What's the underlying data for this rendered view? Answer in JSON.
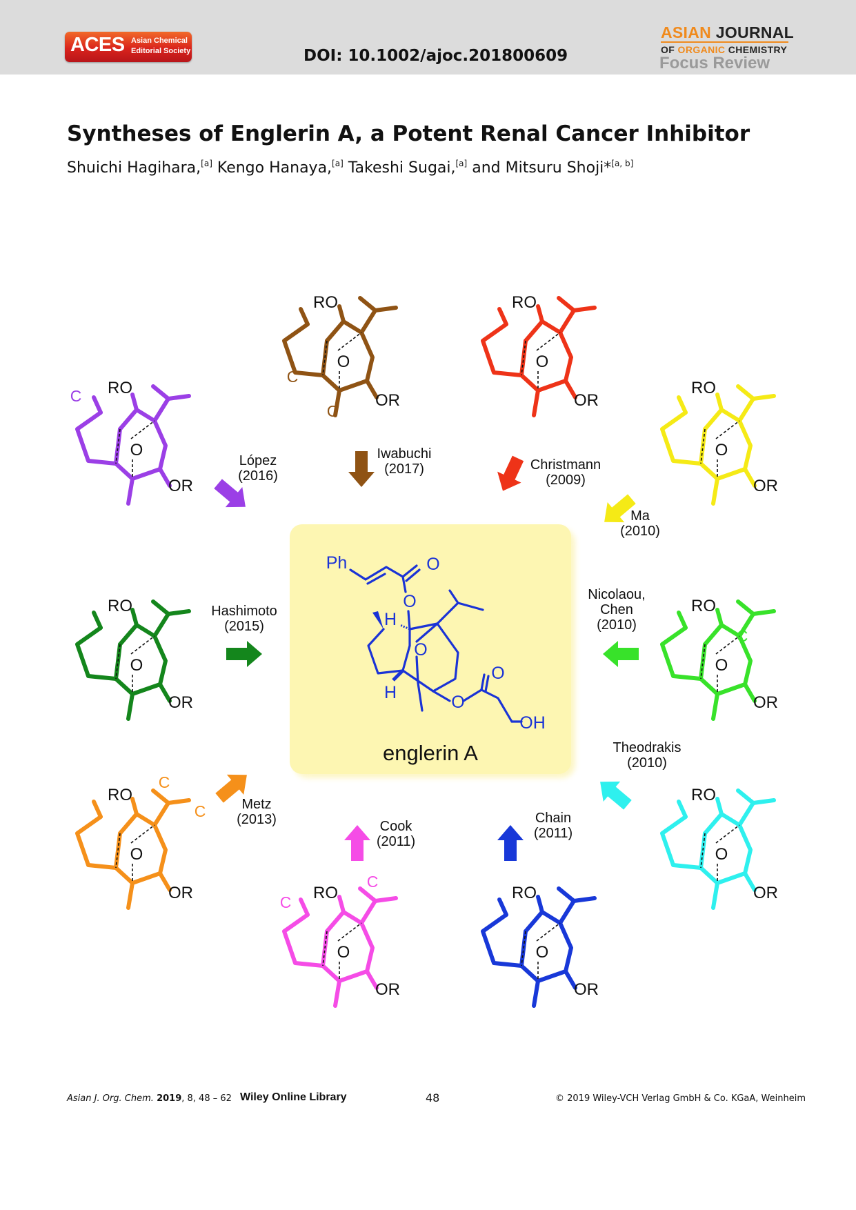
{
  "header": {
    "logo": {
      "word": "ACES",
      "line1": "Asian Chemical",
      "line2": "Editorial Society"
    },
    "doi": "DOI: 10.1002/ajoc.201800609",
    "journal": {
      "asian": "ASIAN",
      "journal": " JOURNAL",
      "of": "OF ",
      "organic": "ORGANIC",
      "chemistry": " CHEMISTRY"
    },
    "section": "Focus Review"
  },
  "title": "Syntheses of Englerin A, a Potent Renal Cancer Inhibitor",
  "authors": [
    {
      "name": "Shuichi Hagihara,",
      "aff": "[a]"
    },
    {
      "name": " Kengo Hanaya,",
      "aff": "[a]"
    },
    {
      "name": " Takeshi Sugai,",
      "aff": "[a]"
    },
    {
      "name": " and Mitsuru Shoji*",
      "aff": "[a, b]"
    }
  ],
  "figure": {
    "center_label": "englerin A",
    "center_atoms": {
      "ph": "Ph",
      "o_carbonyl": "O",
      "o_ester": "O",
      "h_top": "H",
      "o_bridge": "O",
      "h_bottom": "H",
      "o_ester2": "O",
      "o_carbonyl2": "O",
      "oh": "OH"
    },
    "colors": {
      "center_box": "#fdf6b2",
      "center_molecule": "#1a33d6"
    },
    "syntheses": [
      {
        "id": "lopez",
        "name": "López",
        "year": "(2016)",
        "color": "#9b3fe6",
        "atoms": [
          "RO",
          "O",
          "OR",
          "C"
        ]
      },
      {
        "id": "iwabuchi",
        "name": "Iwabuchi",
        "year": "(2017)",
        "color": "#8f5314",
        "atoms": [
          "RO",
          "O",
          "OR",
          "C",
          "C"
        ]
      },
      {
        "id": "christmann",
        "name": "Christmann",
        "year": "(2009)",
        "color": "#ee3318",
        "atoms": [
          "RO",
          "O",
          "OR"
        ]
      },
      {
        "id": "ma",
        "name": "Ma",
        "year": "(2010)",
        "color": "#f5ea16",
        "atoms": [
          "RO",
          "O",
          "OR"
        ]
      },
      {
        "id": "hashimoto",
        "name": "Hashimoto",
        "year": "(2015)",
        "color": "#14861c",
        "atoms": [
          "RO",
          "O",
          "OR"
        ]
      },
      {
        "id": "nicolaou",
        "name": "Nicolaou,\nChen",
        "year": "(2010)",
        "color": "#38e22a",
        "atoms": [
          "RO",
          "O",
          "OR",
          "C"
        ]
      },
      {
        "id": "metz",
        "name": "Metz",
        "year": "(2013)",
        "color": "#f5901a",
        "atoms": [
          "RO",
          "O",
          "OR",
          "C",
          "C"
        ]
      },
      {
        "id": "theodrakis",
        "name": "Theodrakis",
        "year": "(2010)",
        "color": "#2ef0ee",
        "atoms": [
          "RO",
          "O",
          "OR"
        ]
      },
      {
        "id": "cook",
        "name": "Cook",
        "year": "(2011)",
        "color": "#f54ce6",
        "atoms": [
          "RO",
          "O",
          "OR",
          "C",
          "C"
        ]
      },
      {
        "id": "chain",
        "name": "Chain",
        "year": "(2011)",
        "color": "#1838d8",
        "atoms": [
          "RO",
          "O",
          "OR"
        ]
      }
    ]
  },
  "footer": {
    "journal_abbrev": "Asian J. Org. Chem.",
    "year": "2019",
    "volume_pages": ", 8, 48 – 62",
    "library": "Wiley Online Library",
    "page": "48",
    "copyright": "© 2019 Wiley-VCH Verlag GmbH & Co. KGaA, Weinheim"
  }
}
